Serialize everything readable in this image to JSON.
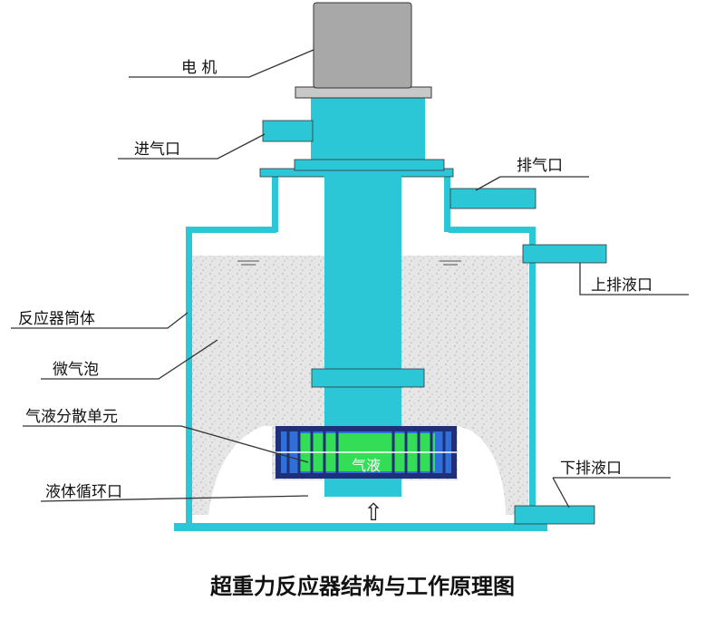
{
  "labels": {
    "motor": "电 机",
    "gas_inlet": "进气口",
    "gas_outlet": "排气口",
    "upper_drain": "上排液口",
    "vessel_body": "反应器筒体",
    "micro_bubbles": "微气泡",
    "gas_liquid_unit": "气液分散单元",
    "liquid_circ_inlet": "液体循环口",
    "lower_drain": "下排液口",
    "inner_mark": "气液"
  },
  "flow_arrow": "⇧",
  "caption": "超重力反应器结构与工作原理图",
  "colors": {
    "vessel": "#2cc7d6",
    "motor": "#a8a8a8",
    "liquid": "#e3e3e3",
    "unit_blue": "#2e6fd8",
    "unit_green": "#33dd55"
  }
}
